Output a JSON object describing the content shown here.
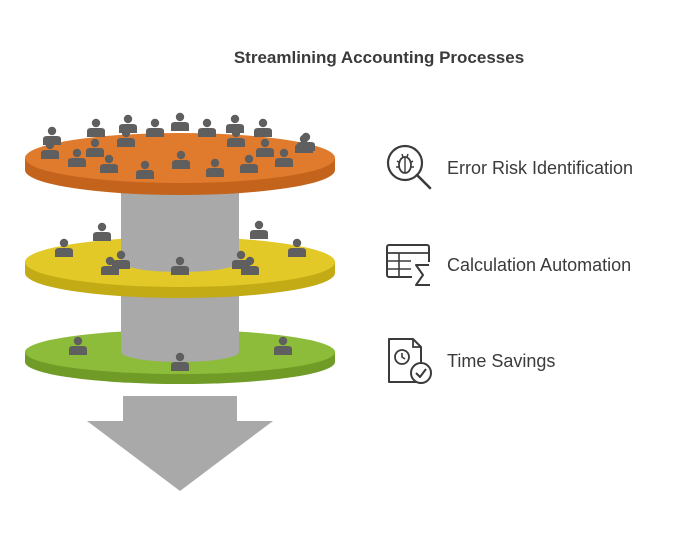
{
  "title": "Streamlining Accounting Processes",
  "colors": {
    "layer_top": "#e07b2e",
    "layer_top_edge": "#c4641c",
    "layer_mid": "#e2c928",
    "layer_mid_edge": "#c3ab16",
    "layer_bottom": "#8cbc3a",
    "layer_bottom_edge": "#6f9b26",
    "core": "#a9a9a9",
    "arrow": "#a9a9a9",
    "person": "#5f5f5f",
    "text": "#3b3b3b"
  },
  "layers": [
    {
      "name": "layer-top",
      "people_count": 22
    },
    {
      "name": "layer-middle",
      "people_count": 9
    },
    {
      "name": "layer-bottom",
      "people_count": 3
    }
  ],
  "labels": [
    {
      "text": "Error Risk Identification",
      "icon": "bug-magnifier-icon"
    },
    {
      "text": "Calculation Automation",
      "icon": "spreadsheet-sum-icon"
    },
    {
      "text": "Time Savings",
      "icon": "document-clock-check-icon"
    }
  ]
}
